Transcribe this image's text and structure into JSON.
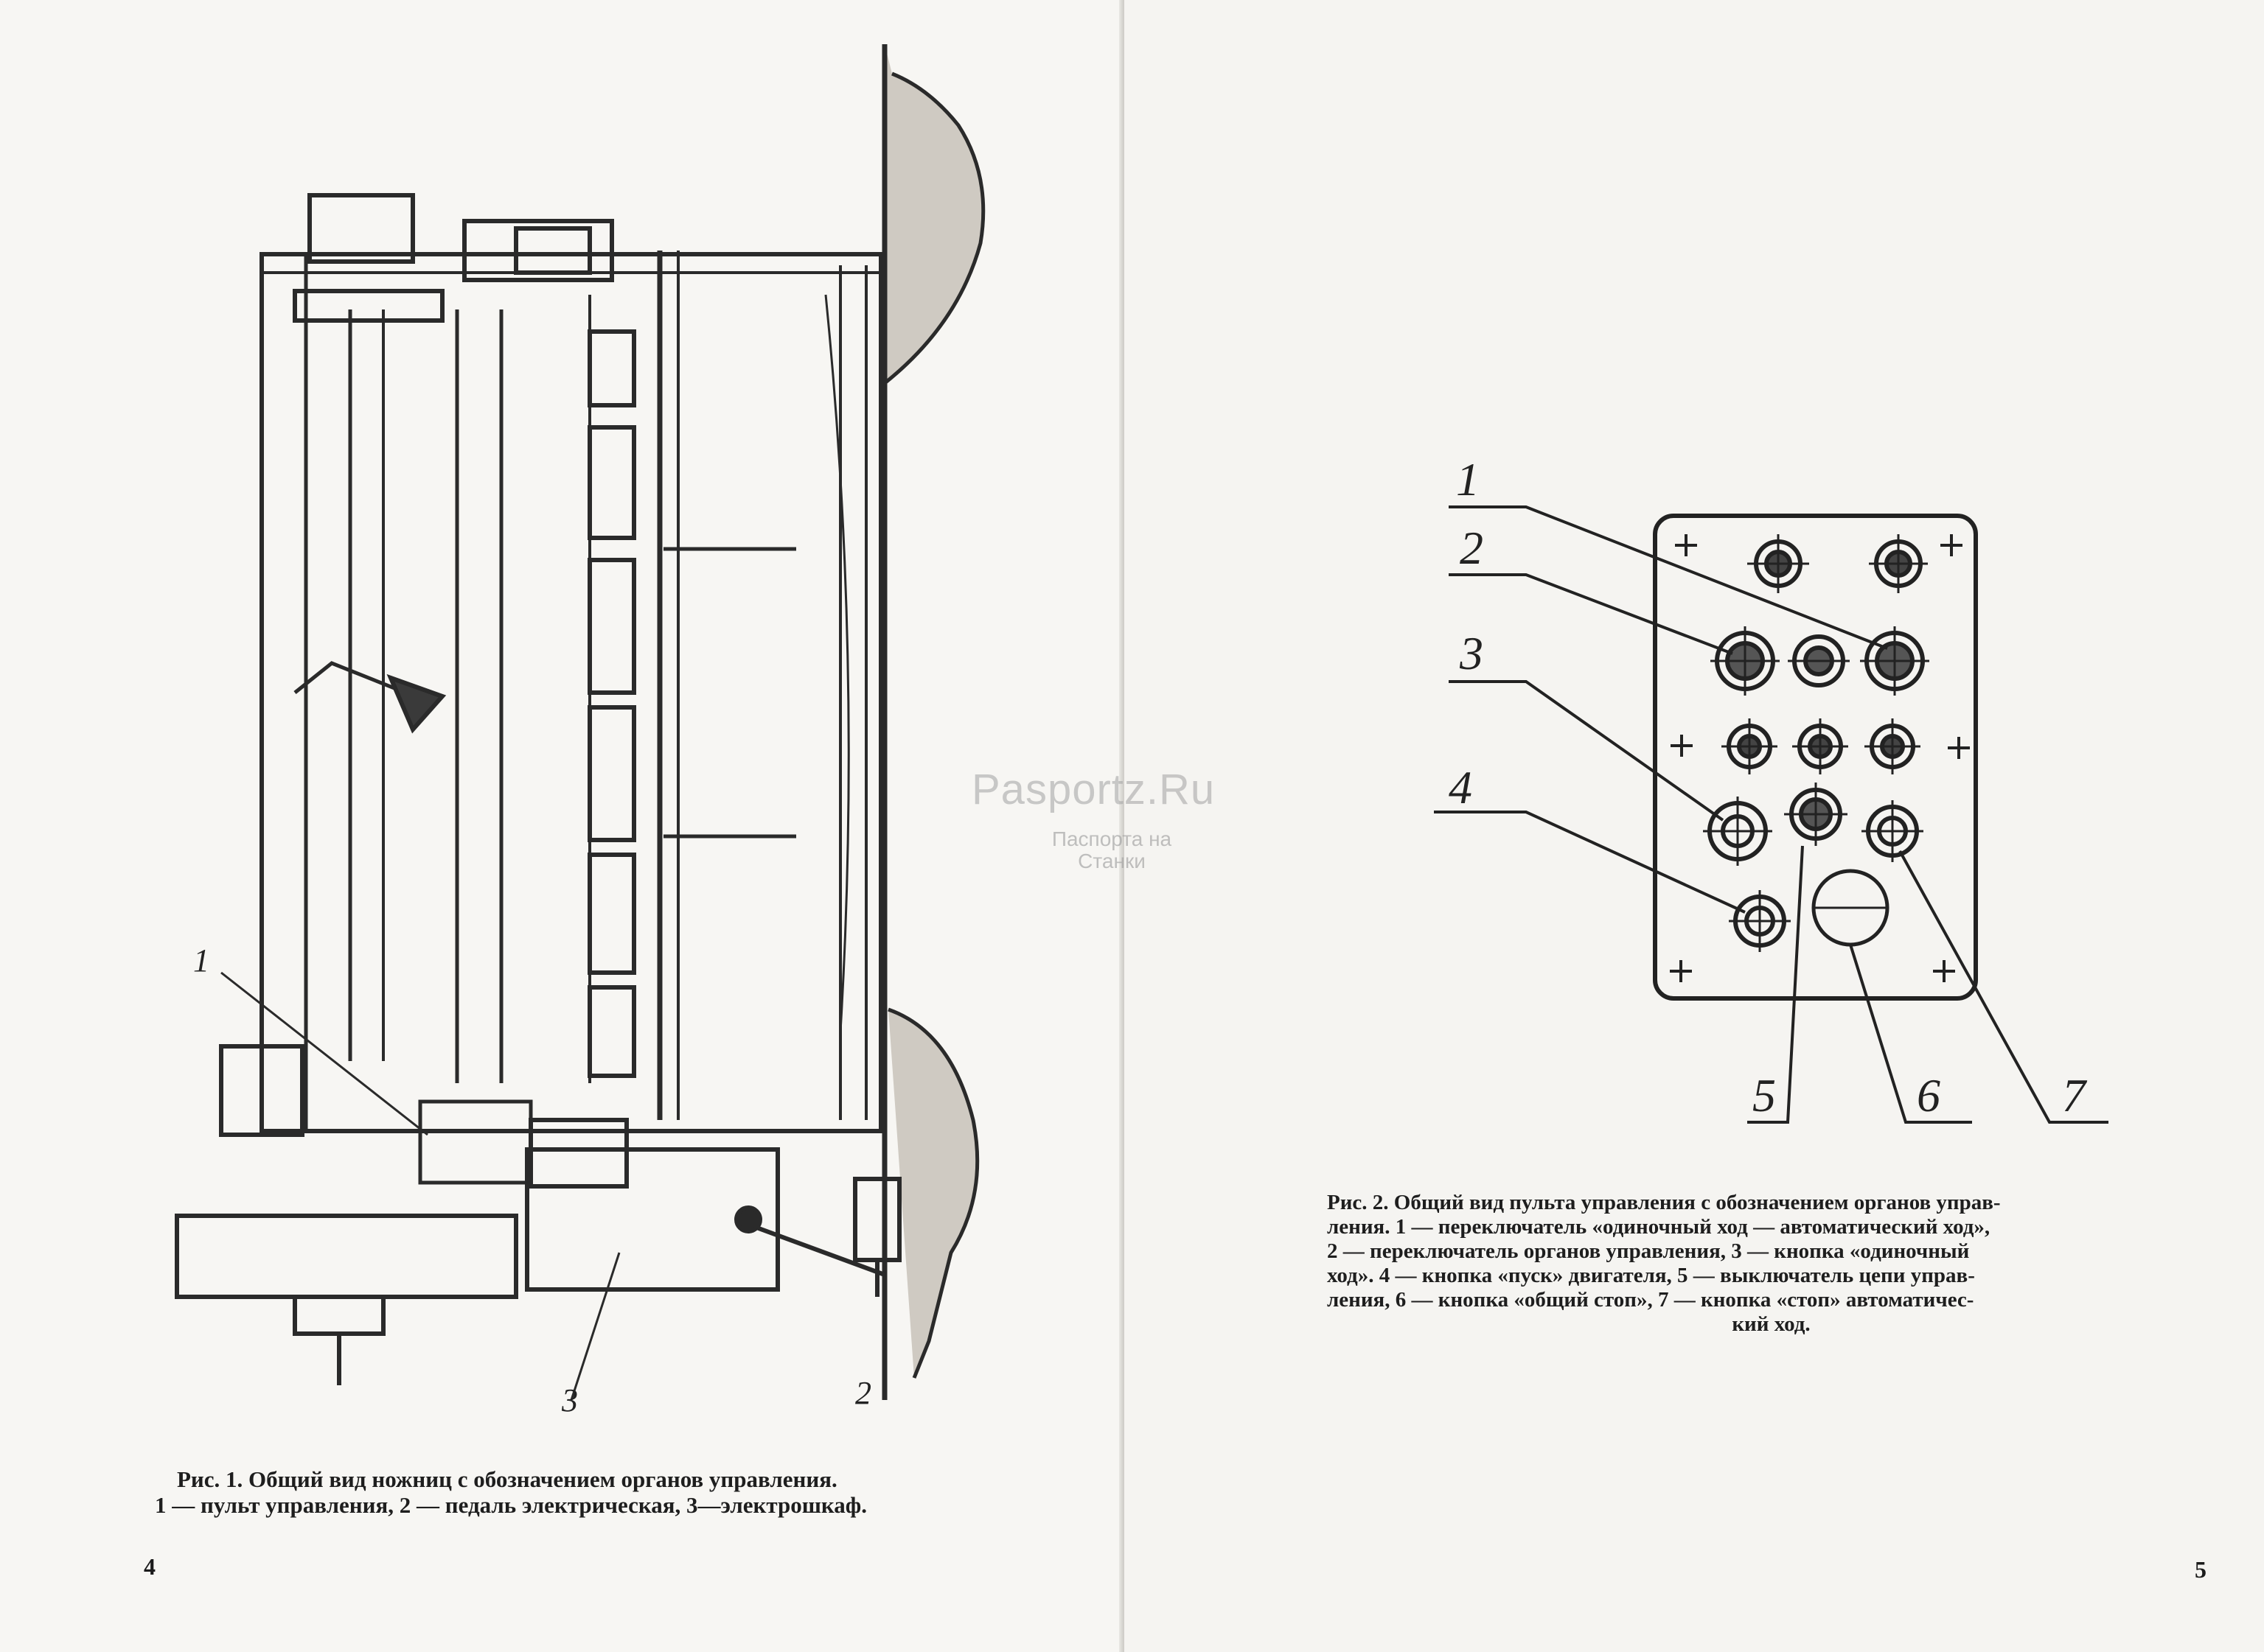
{
  "left_page": {
    "figure_caption_line1": "Рис. 1. Общий вид ножниц с обозначением органов управления.",
    "figure_caption_line2": "1 — пульт управления, 2 — педаль электрическая, 3—электрошкаф.",
    "callouts": [
      "1",
      "3",
      "2"
    ],
    "page_number": "4"
  },
  "right_page": {
    "figure_caption_line1": "Рис. 2. Общий вид пульта управления с обозначением органов управ-",
    "figure_caption_line2": "ления. 1 — переключатель «одиночный ход — автоматический ход»,",
    "figure_caption_line3": "2 — переключатель органов управления, 3 — кнопка «одиночный",
    "figure_caption_line4": "ход». 4 — кнопка «пуск» двигателя, 5 — выключатель цепи управ-",
    "figure_caption_line5": "ления, 6 — кнопка «общий стоп», 7 — кнопка «стоп» автоматичес-",
    "figure_caption_line6": "кий ход.",
    "callouts": [
      "1",
      "2",
      "3",
      "4",
      "5",
      "6",
      "7"
    ],
    "page_number": "5"
  },
  "watermark": {
    "site": "Pasportz.Ru",
    "line1": "Паспорта на",
    "line2": "Станки"
  },
  "colors": {
    "ink": "#1b1b1b",
    "paper": "#f6f5f2",
    "watermark": "#a0a0a0"
  }
}
